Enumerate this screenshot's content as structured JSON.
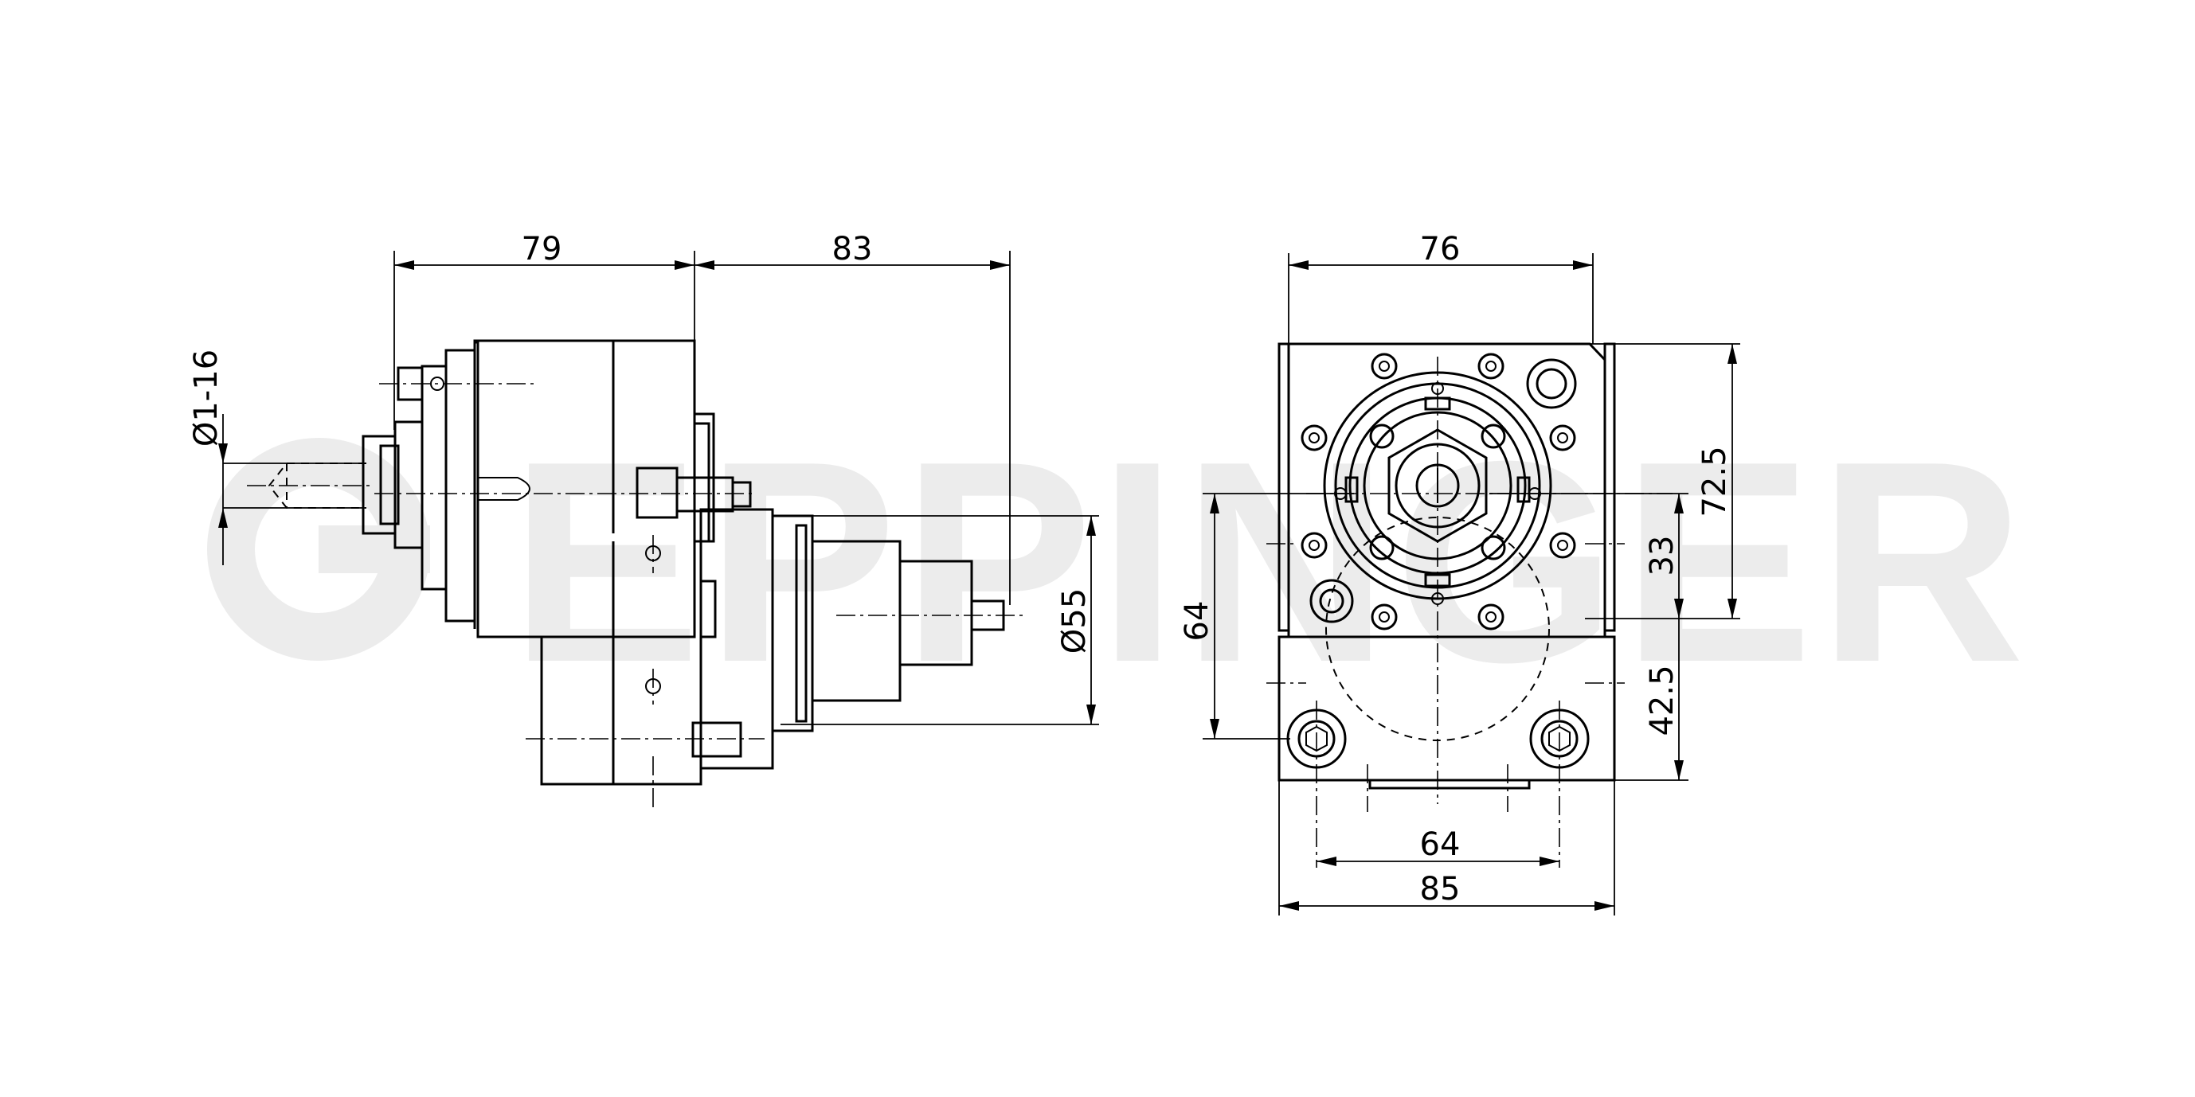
{
  "watermark": {
    "text": "EPPINGER"
  },
  "side_view": {
    "dims": {
      "length_1": "79",
      "length_2": "83",
      "collet_range": "Ø1-16",
      "spindle_diameter": "Ø55"
    }
  },
  "front_view": {
    "dims": {
      "top_width": "76",
      "height_upper": "72.5",
      "offset": "33",
      "height_lower": "42.5",
      "center_height": "64",
      "hole_spacing": "64",
      "base_width": "85"
    }
  }
}
